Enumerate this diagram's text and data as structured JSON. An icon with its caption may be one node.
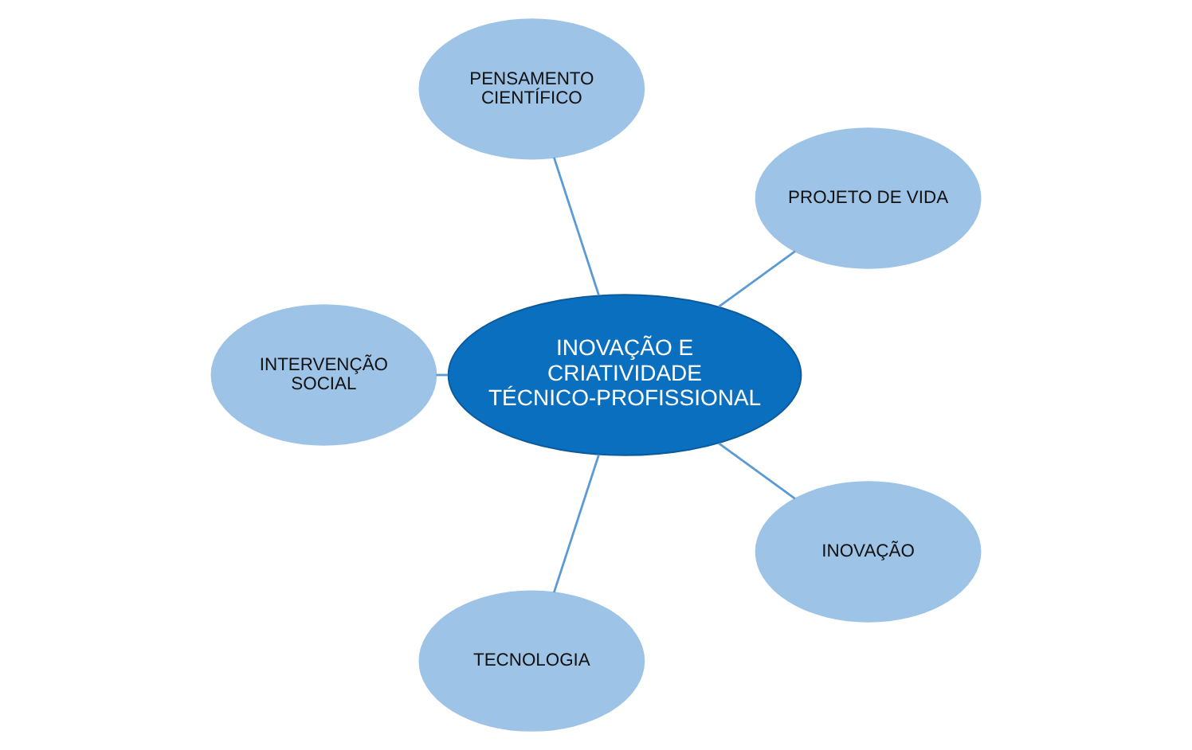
{
  "diagram": {
    "nodes": [
      {
        "text": [
          "INOVAÇÃO E CRIATIVIDADE TÉCNICO-PROFISSIONAL"
        ]
      },
      {
        "text": [
          "PROJETO DE VIDA"
        ]
      },
      {
        "text": [
          "PENSAMENTO CIENTÍFICO"
        ]
      },
      {
        "text": [
          "INTERVENÇÃO SOCIAL"
        ]
      },
      {
        "text": [
          "TECNOLOGIA"
        ]
      },
      {
        "text": [
          "INOVAÇÃO"
        ]
      }
    ],
    "edges": [
      {
        "from": 0,
        "to": 1,
        "arrow": "none"
      },
      {
        "from": 0,
        "to": 2,
        "arrow": "none"
      },
      {
        "from": 0,
        "to": 3,
        "arrow": "none"
      },
      {
        "from": 0,
        "to": 4,
        "arrow": "none"
      },
      {
        "from": 0,
        "to": 5,
        "arrow": "none"
      }
    ]
  }
}
